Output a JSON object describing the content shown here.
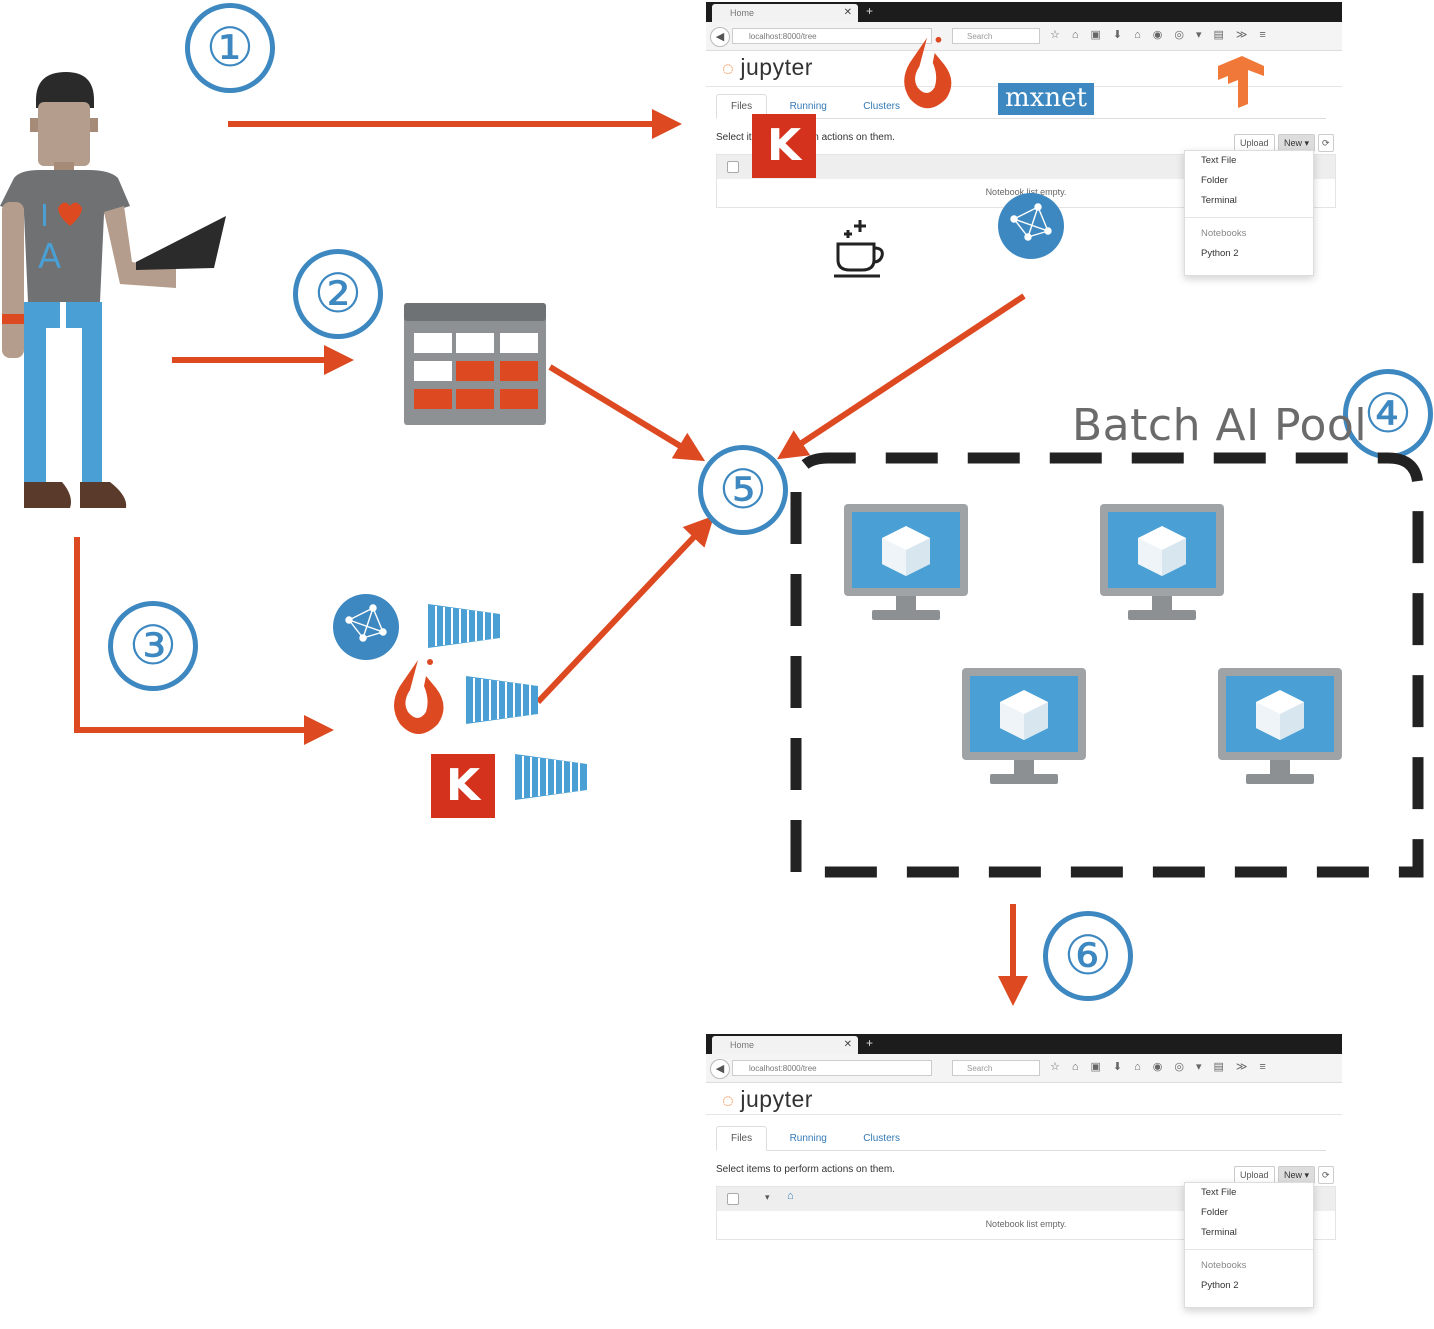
{
  "steps": [
    "①",
    "②",
    "③",
    "④",
    "⑤",
    "⑥"
  ],
  "pool": {
    "label": "Batch AI Pool"
  },
  "logos": {
    "mxnet": "mxnet",
    "keras": "K"
  },
  "figure": {
    "shirt_heart": "♥"
  },
  "browser_top": {
    "tab_title": "Home",
    "url": "localhost:8000/tree",
    "search_placeholder": "Search",
    "app_name": "jupyter",
    "tabs": [
      "Files",
      "Running",
      "Clusters"
    ],
    "hint": "Select items to perform actions on them.",
    "upload_label": "Upload",
    "new_label": "New ▾",
    "refresh": "⟳",
    "empty_text": "Notebook list empty.",
    "menu": [
      "Text File",
      "Folder",
      "Terminal"
    ],
    "menu_header": "Notebooks",
    "menu_kernel": "Python 2"
  },
  "browser_bottom": {
    "tab_title": "Home",
    "url": "localhost:8000/tree",
    "search_placeholder": "Search",
    "app_name": "jupyter",
    "tabs": [
      "Files",
      "Running",
      "Clusters"
    ],
    "hint": "Select items to perform actions on them.",
    "upload_label": "Upload",
    "new_label": "New ▾",
    "refresh": "⟳",
    "empty_text": "Notebook list empty.",
    "menu": [
      "Text File",
      "Folder",
      "Terminal"
    ],
    "menu_header": "Notebooks",
    "menu_kernel": "Python 2"
  },
  "colors": {
    "arrow": "#dd4a22",
    "step": "#3d88c0",
    "dash": "#222222",
    "monitor": "#4aa0d5",
    "keras": "#d4321c"
  }
}
